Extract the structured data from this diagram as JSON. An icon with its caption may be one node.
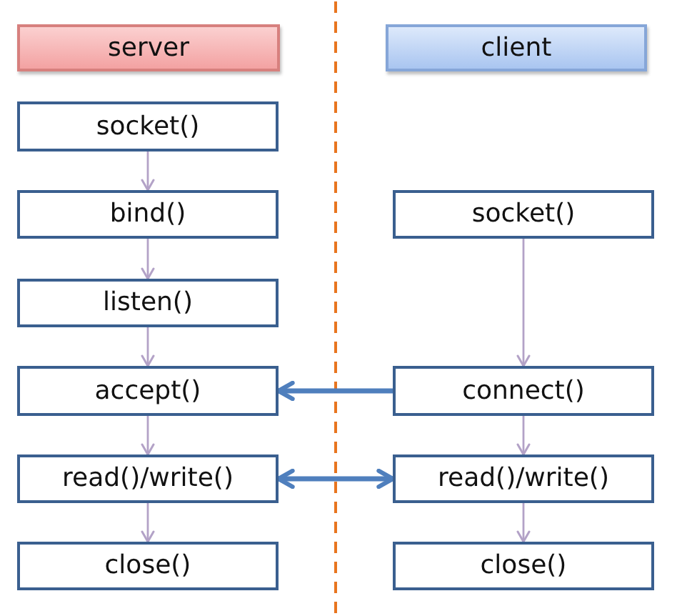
{
  "diagram": {
    "nodes": [
      {
        "text": [
          "server"
        ]
      },
      {
        "text": [
          "client"
        ]
      },
      {
        "text": [
          "socket()"
        ]
      },
      {
        "text": [
          "bind()"
        ]
      },
      {
        "text": [
          "socket()"
        ]
      },
      {
        "text": [
          "listen()"
        ]
      },
      {
        "text": [
          "accept()"
        ]
      },
      {
        "text": [
          "connect()"
        ]
      },
      {
        "text": [
          "read()/write()"
        ]
      },
      {
        "text": [
          "read()/write()"
        ]
      },
      {
        "text": [
          "close()"
        ]
      },
      {
        "text": [
          "close()"
        ]
      }
    ],
    "edges": [
      {
        "from": 2,
        "to": 3,
        "arrow": "to"
      },
      {
        "from": 3,
        "to": 5,
        "arrow": "to"
      },
      {
        "from": 5,
        "to": 6,
        "arrow": "to"
      },
      {
        "from": 6,
        "to": 8,
        "arrow": "to"
      },
      {
        "from": 8,
        "to": 10,
        "arrow": "to"
      },
      {
        "from": 4,
        "to": 7,
        "arrow": "to"
      },
      {
        "from": 7,
        "to": 9,
        "arrow": "to"
      },
      {
        "from": 9,
        "to": 11,
        "arrow": "to"
      },
      {
        "from": 7,
        "to": 6,
        "arrow": "to",
        "style": "thick",
        "color": "#4f7fbd"
      },
      {
        "from": 8,
        "to": 9,
        "arrow": "both",
        "style": "thick",
        "color": "#4f7fbd"
      }
    ]
  }
}
